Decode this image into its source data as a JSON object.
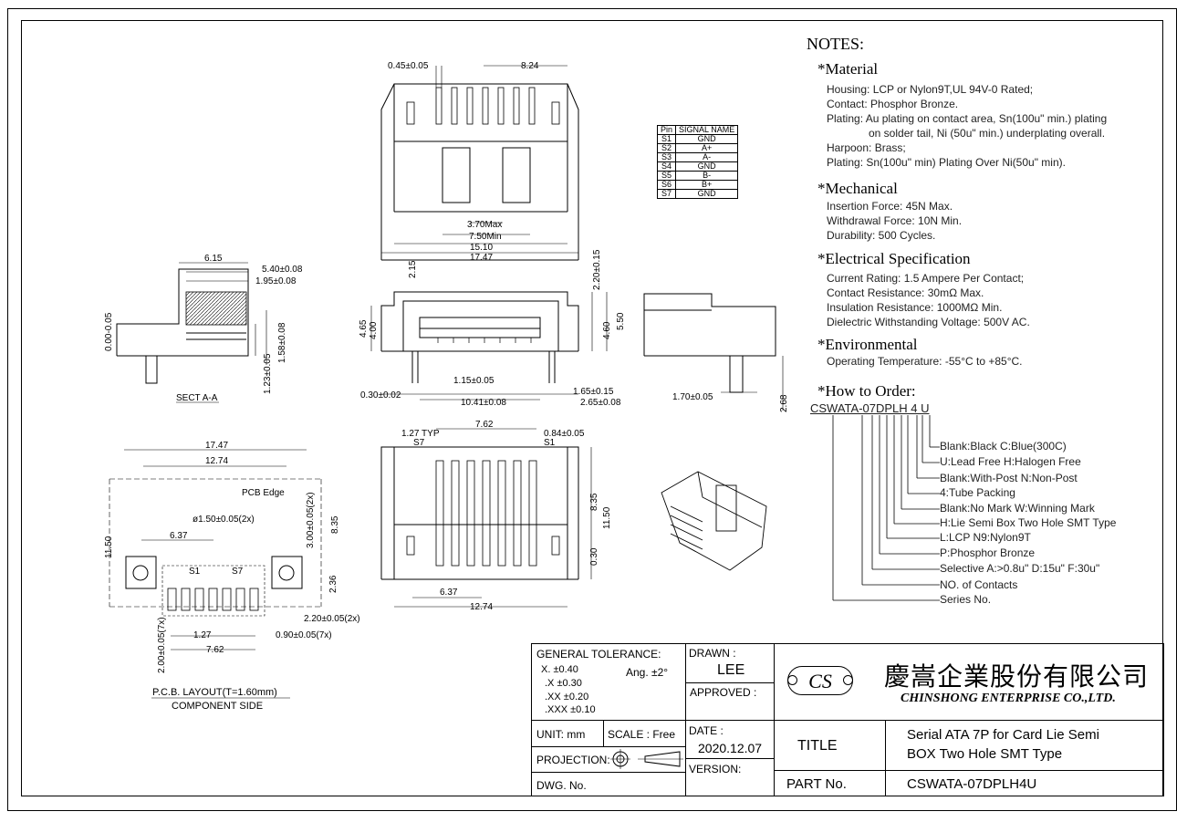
{
  "notes": {
    "title": "NOTES:",
    "material": {
      "heading": "*Material",
      "lines": [
        "Housing: LCP or Nylon9T,UL 94V-0 Rated;",
        "Contact: Phosphor Bronze.",
        "Plating: Au plating on contact area, Sn(100u\" min.) plating",
        "on solder tail, Ni (50u\" min.) underplating overall.",
        "Harpoon: Brass;",
        "Plating: Sn(100u\" min) Plating Over Ni(50u\" min)."
      ]
    },
    "mechanical": {
      "heading": "*Mechanical",
      "lines": [
        "Insertion Force: 45N Max.",
        "Withdrawal Force: 10N Min.",
        "Durability: 500 Cycles."
      ]
    },
    "electrical": {
      "heading": "*Electrical Specification",
      "lines": [
        "Current Rating: 1.5 Ampere Per Contact;",
        "Contact Resistance: 30mΩ Max.",
        "Insulation Resistance: 1000MΩ Min.",
        "Dielectric Withstanding Voltage: 500V AC."
      ]
    },
    "environmental": {
      "heading": "*Environmental",
      "lines": [
        "Operating Temperature: -55°C to +85°C."
      ]
    },
    "order": {
      "heading": "*How to Order:",
      "code": "CSWATA-07DPLH 4 U",
      "items": [
        "Blank:Black  C:Blue(300C)",
        "U:Lead Free   H:Halogen Free",
        "Blank:With-Post  N:Non-Post",
        "4:Tube Packing",
        "Blank:No Mark  W:Winning Mark",
        "H:Lie Semi Box Two Hole SMT Type",
        "L:LCP  N9:Nylon9T",
        "P:Phosphor Bronze",
        "Selective  A:>0.8u\"   D:15u\"  F:30u\"",
        "NO. of Contacts",
        "Series No."
      ]
    }
  },
  "signal_table": {
    "headers": [
      "Pin",
      "SIGNAL NAME"
    ],
    "rows": [
      [
        "S1",
        "GND"
      ],
      [
        "S2",
        "A+"
      ],
      [
        "S3",
        "A-"
      ],
      [
        "S4",
        "GND"
      ],
      [
        "S5",
        "B-"
      ],
      [
        "S6",
        "B+"
      ],
      [
        "S7",
        "GND"
      ]
    ]
  },
  "dims": {
    "top_view": [
      "0.45±0.05",
      "8.24",
      "3.70Max",
      "7.50Min",
      "15.10",
      "17.47"
    ],
    "front_view": [
      "2.15",
      "2.20±0.15",
      "4.65",
      "4.00",
      "4.60",
      "5.50",
      "1.15±0.05",
      "0.30±0.02",
      "10.41±0.08",
      "1.65±0.15",
      "2.65±0.08"
    ],
    "side_view": [
      "1.70±0.05",
      "2.68"
    ],
    "section": [
      "6.15",
      "5.40±0.08",
      "1.95±0.08",
      "0.00-0.05",
      "1.58±0.08",
      "1.23±0.05"
    ],
    "section_label": "SECT A-A",
    "pcb": [
      "17.47",
      "12.74",
      "PCB Edge",
      "ø1.50±0.05(2x)",
      "3.00±0.05(2x)",
      "8.35",
      "11.50",
      "6.37",
      "S1",
      "S7",
      "2.36",
      "2.20±0.05(2x)",
      "2.00±0.05(7x)",
      "1.27",
      "0.90±0.05(7x)",
      "7.62"
    ],
    "pcb_caption": "P.C.B. LAYOUT(T=1.60mm)",
    "pcb_caption2": "COMPONENT SIDE",
    "bottom_view": [
      "1.27 TYP",
      "7.62",
      "0.84±0.05",
      "S7",
      "S1",
      "8.35",
      "11.50",
      "0.30",
      "6.37",
      "12.74"
    ]
  },
  "title_block": {
    "general_tolerance": "GENERAL TOLERANCE:",
    "tol": [
      "X.   ±0.40",
      ".X   ±0.30",
      ".XX  ±0.20",
      ".XXX ±0.10"
    ],
    "angle": "Ang.  ±2°",
    "drawn_label": "DRAWN :",
    "drawn": "LEE",
    "approved_label": "APPROVED :",
    "logo": "CS",
    "company_cn": "慶嵩企業股份有限公司",
    "company_en": "CHINSHONG ENTERPRISE CO.,LTD.",
    "unit": "UNIT:  mm",
    "scale": "SCALE :  Free",
    "date_label": "DATE :",
    "date": "2020.12.07",
    "title_label": "TITLE",
    "title_line1": "Serial ATA 7P for Card Lie Semi",
    "title_line2": "BOX Two Hole SMT Type",
    "projection": "PROJECTION:",
    "version_label": "VERSION:",
    "dwg_label": "DWG. No.",
    "part_label": "PART No.",
    "part_no": "CSWATA-07DPLH4U"
  }
}
